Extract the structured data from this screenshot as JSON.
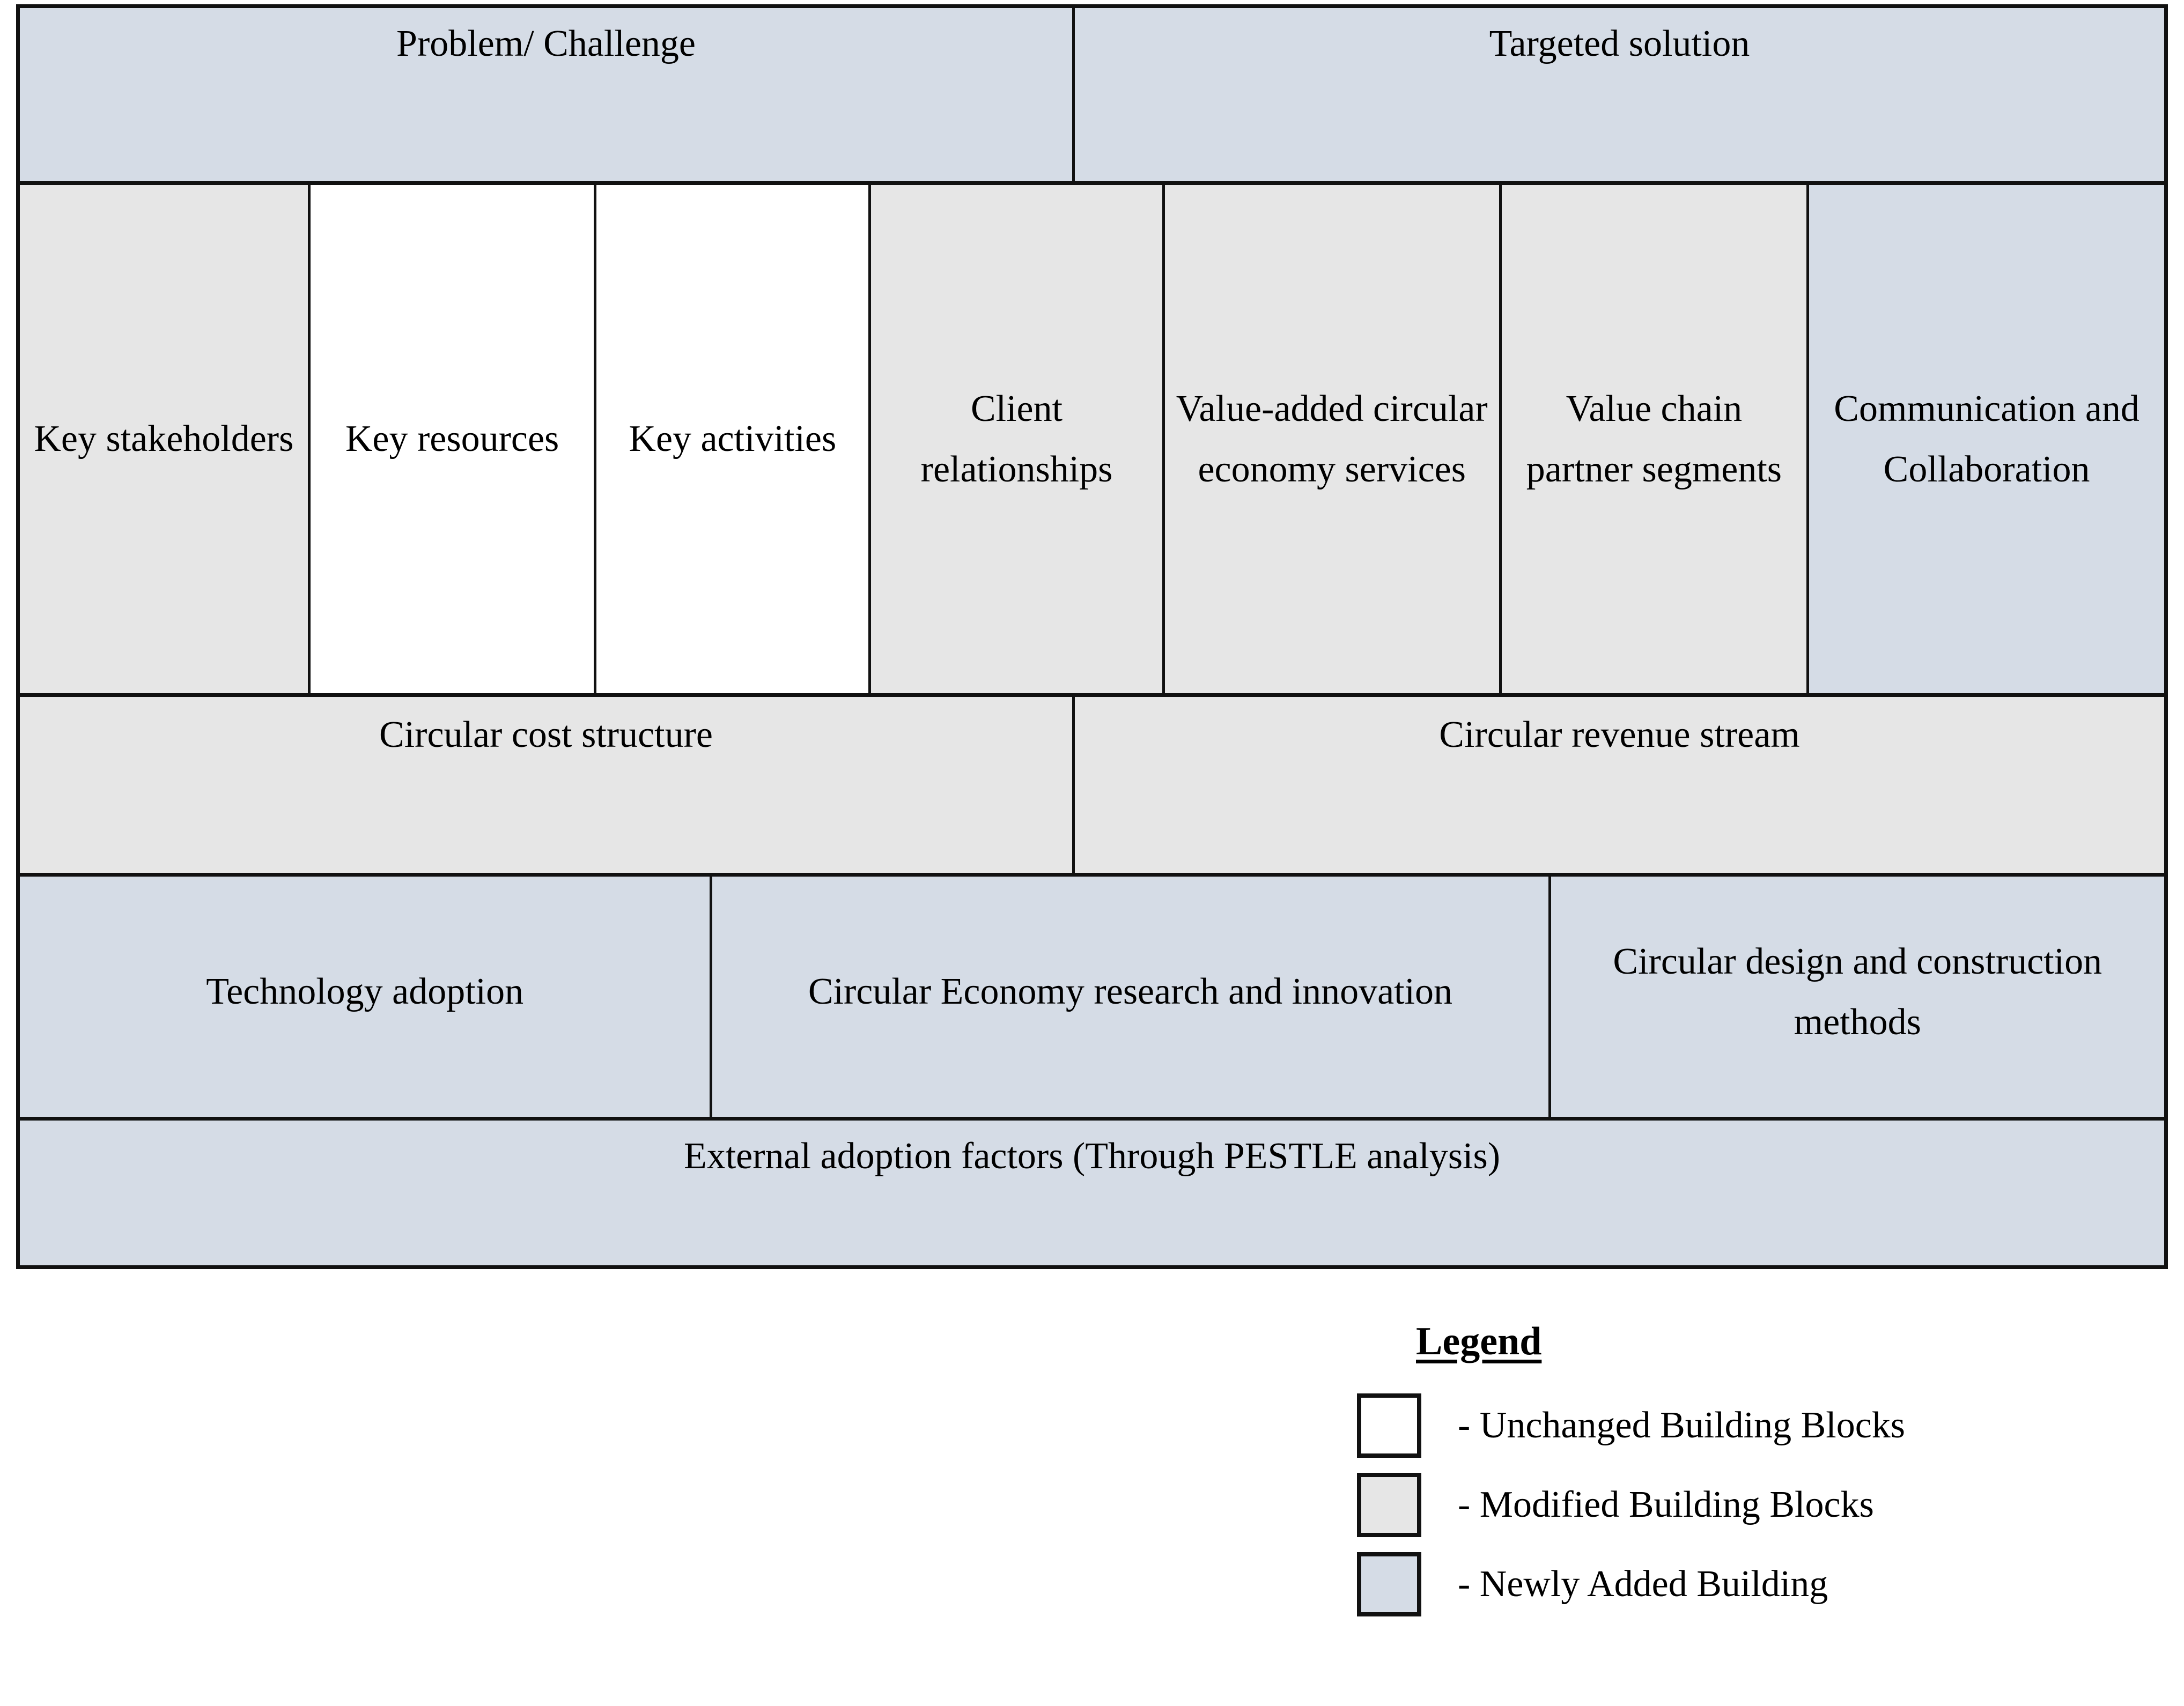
{
  "canvas": {
    "header": {
      "left": "Problem/ Challenge",
      "right": "Targeted solution"
    },
    "building_blocks": [
      {
        "label": "Key stakeholders",
        "fill": "modified"
      },
      {
        "label": "Key resources",
        "fill": "unchanged"
      },
      {
        "label": "Key activities",
        "fill": "unchanged"
      },
      {
        "label": "Client relationships",
        "fill": "modified"
      },
      {
        "label": "Value-added circular economy services",
        "fill": "modified"
      },
      {
        "label": "Value chain partner segments",
        "fill": "modified"
      },
      {
        "label": "Communication and Collaboration",
        "fill": "new"
      }
    ],
    "money_row": {
      "cost": "Circular cost structure",
      "revenue": "Circular revenue stream"
    },
    "factors_row": [
      "Technology adoption",
      "Circular Economy research and innovation",
      "Circular design and construction methods"
    ],
    "external_row": "External adoption factors (Through PESTLE analysis)"
  },
  "legend": {
    "title": "Legend",
    "items": [
      {
        "label": "- Unchanged Building Blocks",
        "fill": "unchanged"
      },
      {
        "label": "- Modified Building Blocks",
        "fill": "modified"
      },
      {
        "label": "- Newly Added Building",
        "fill": "new"
      }
    ]
  },
  "colors": {
    "new": "#d5dce6",
    "modified": "#e6e6e6",
    "unchanged": "#ffffff",
    "border": "#111111",
    "text": "#000000"
  }
}
